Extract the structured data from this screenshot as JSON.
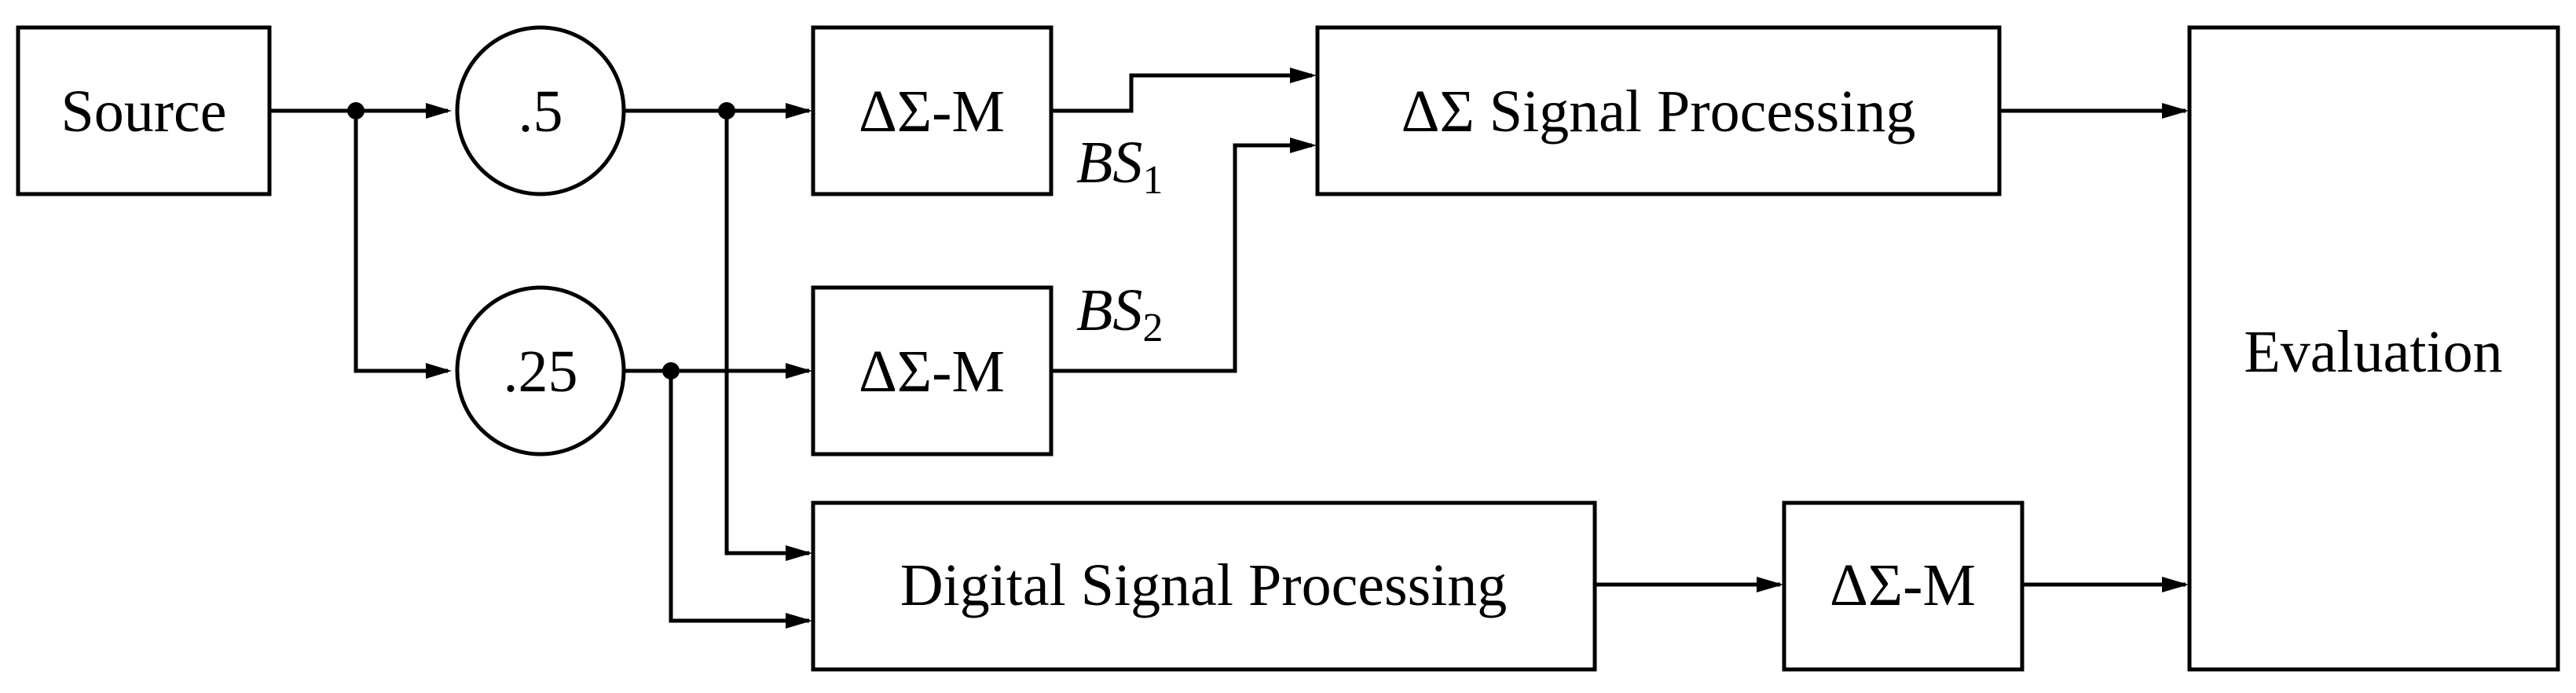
{
  "blocks": {
    "source": "Source",
    "gain_half": ".5",
    "gain_quarter": ".25",
    "dsm_upper": "ΔΣ-M",
    "dsm_lower": "ΔΣ-M",
    "ds_signal_processing": "ΔΣ Signal Processing",
    "digital_signal_processing": "Digital Signal Processing",
    "dsm_output": "ΔΣ-M",
    "evaluation": "Evaluation"
  },
  "signals": {
    "bs1": {
      "name": "BS",
      "subscript": "1"
    },
    "bs2": {
      "name": "BS",
      "subscript": "2"
    }
  }
}
